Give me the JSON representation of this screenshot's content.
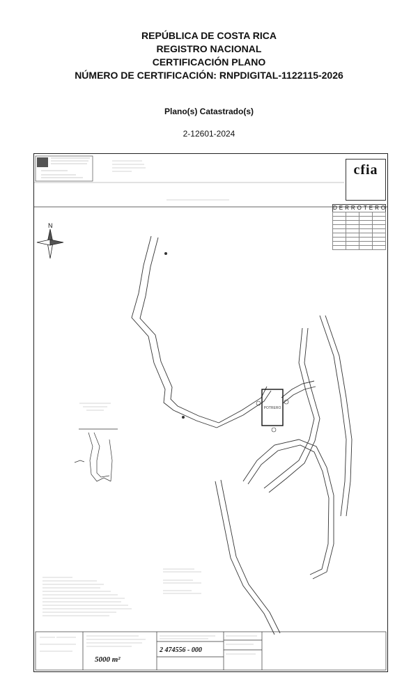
{
  "header": {
    "line1": "REPÚBLICA DE COSTA RICA",
    "line2": "REGISTRO NACIONAL",
    "line3": "CERTIFICACIÓN PLANO",
    "line4": "NÚMERO DE CERTIFICACIÓN: RNPDIGITAL-1122115-2026"
  },
  "plans_label": "Plano(s) Catastrado(s)",
  "plan_number": "2-12601-2024",
  "sheet": {
    "stamp_logo": "cfia",
    "derrotero_title": "DERROTERO",
    "north_label": "N",
    "area": "5000 m²",
    "finca": "2 474556 - 000",
    "lot_label": "POTRERO"
  }
}
